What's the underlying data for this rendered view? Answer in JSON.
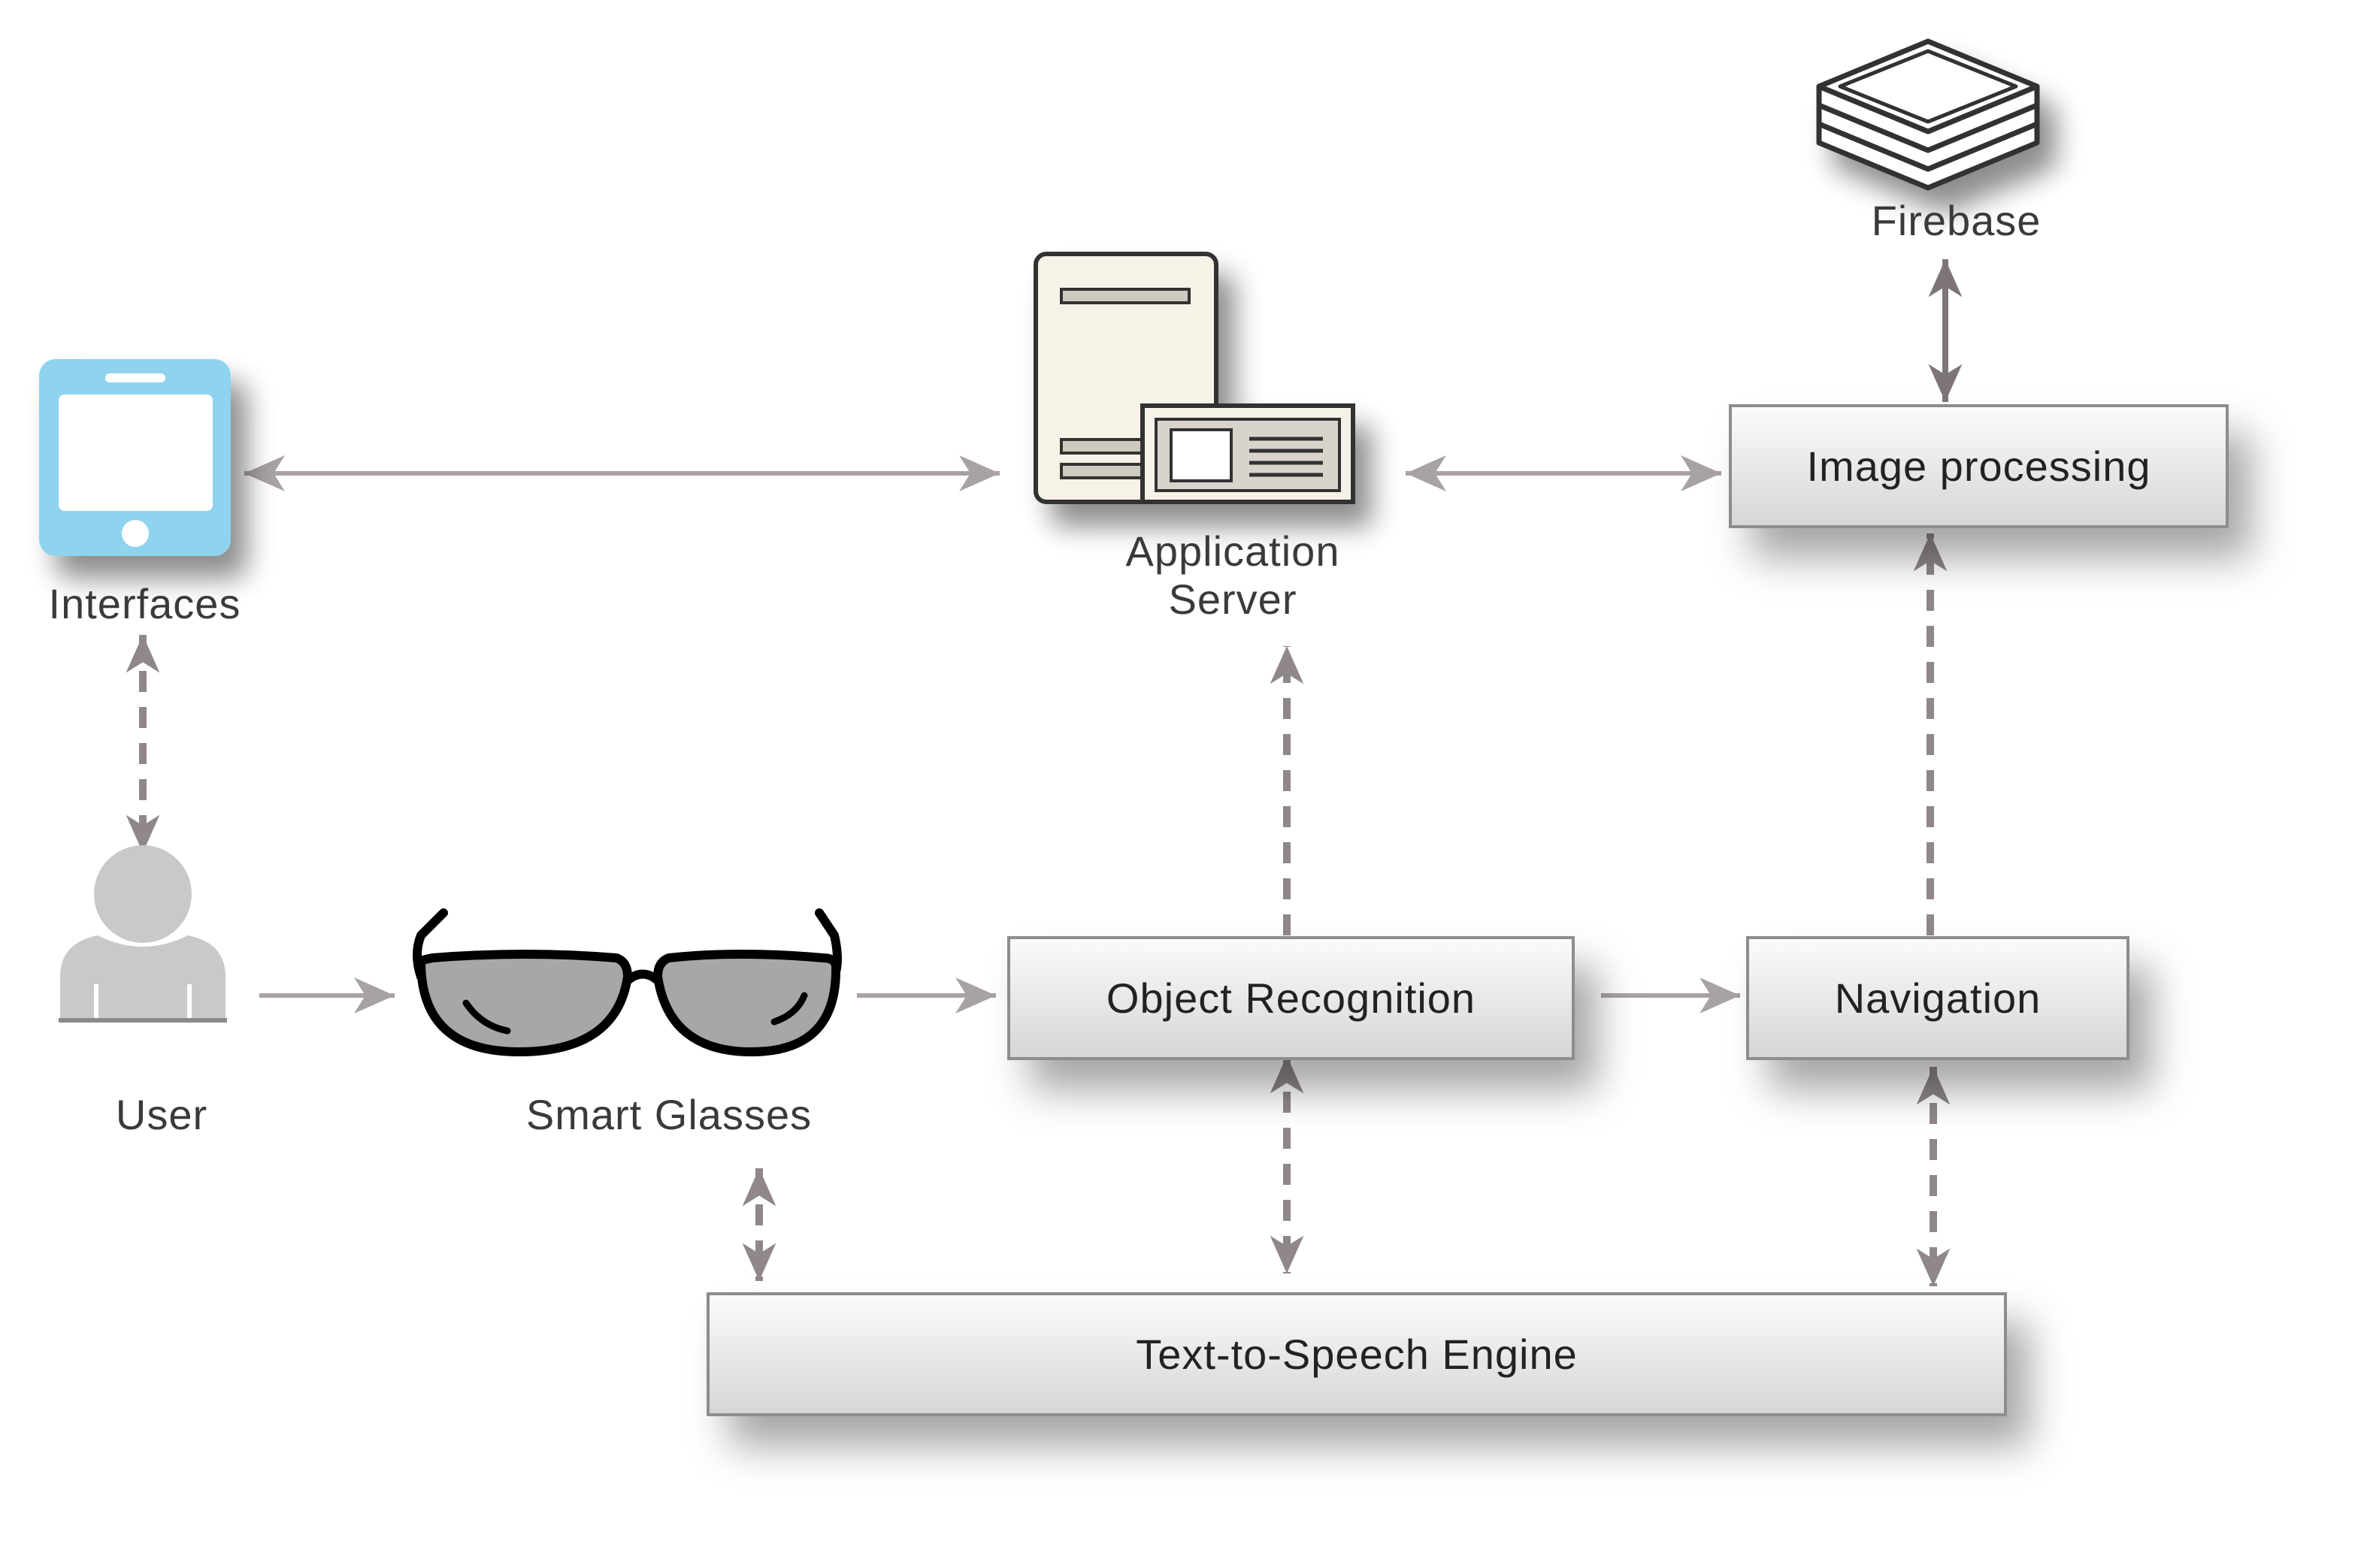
{
  "nodes": {
    "firebase": "Firebase",
    "interfaces": "Interfaces",
    "app_server_line1": "Application",
    "app_server_line2": "Server",
    "image_processing": "Image processing",
    "user": "User",
    "smart_glasses": "Smart Glasses",
    "object_recognition": "Object Recognition",
    "navigation": "Navigation",
    "tts_engine": "Text-to-Speech Engine"
  },
  "colors": {
    "arrow": "#a8a2a3",
    "dashed_arrow": "#8f8788",
    "phone": "#8fd3ee",
    "server": "#f6f2e8"
  },
  "icons": [
    "database-stack-icon",
    "smartphone-icon",
    "server-icon",
    "user-icon",
    "glasses-icon"
  ]
}
